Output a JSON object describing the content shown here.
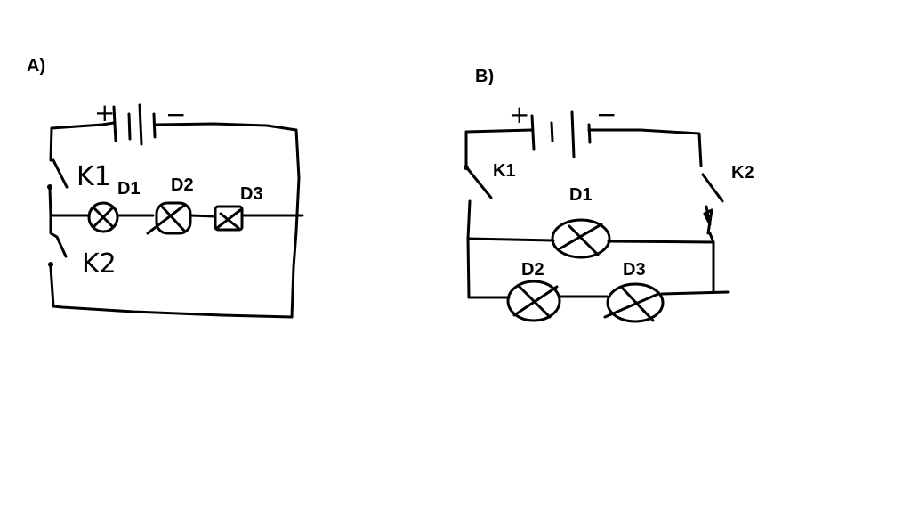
{
  "diagram_a": {
    "label": "A)",
    "battery": {
      "plus": "+",
      "minus": "−",
      "cell_marks": "||"
    },
    "switches": [
      "K1",
      "K2"
    ],
    "bulbs": [
      "D1",
      "D2",
      "D3"
    ]
  },
  "diagram_b": {
    "label": "B)",
    "battery": {
      "plus": "+",
      "minus": "−",
      "cell_marks": "|"
    },
    "switches": [
      "K1",
      "K2"
    ],
    "bulbs": [
      "D1",
      "D2",
      "D3"
    ]
  },
  "colors": {
    "ink": "#000000",
    "background": "#ffffff"
  }
}
